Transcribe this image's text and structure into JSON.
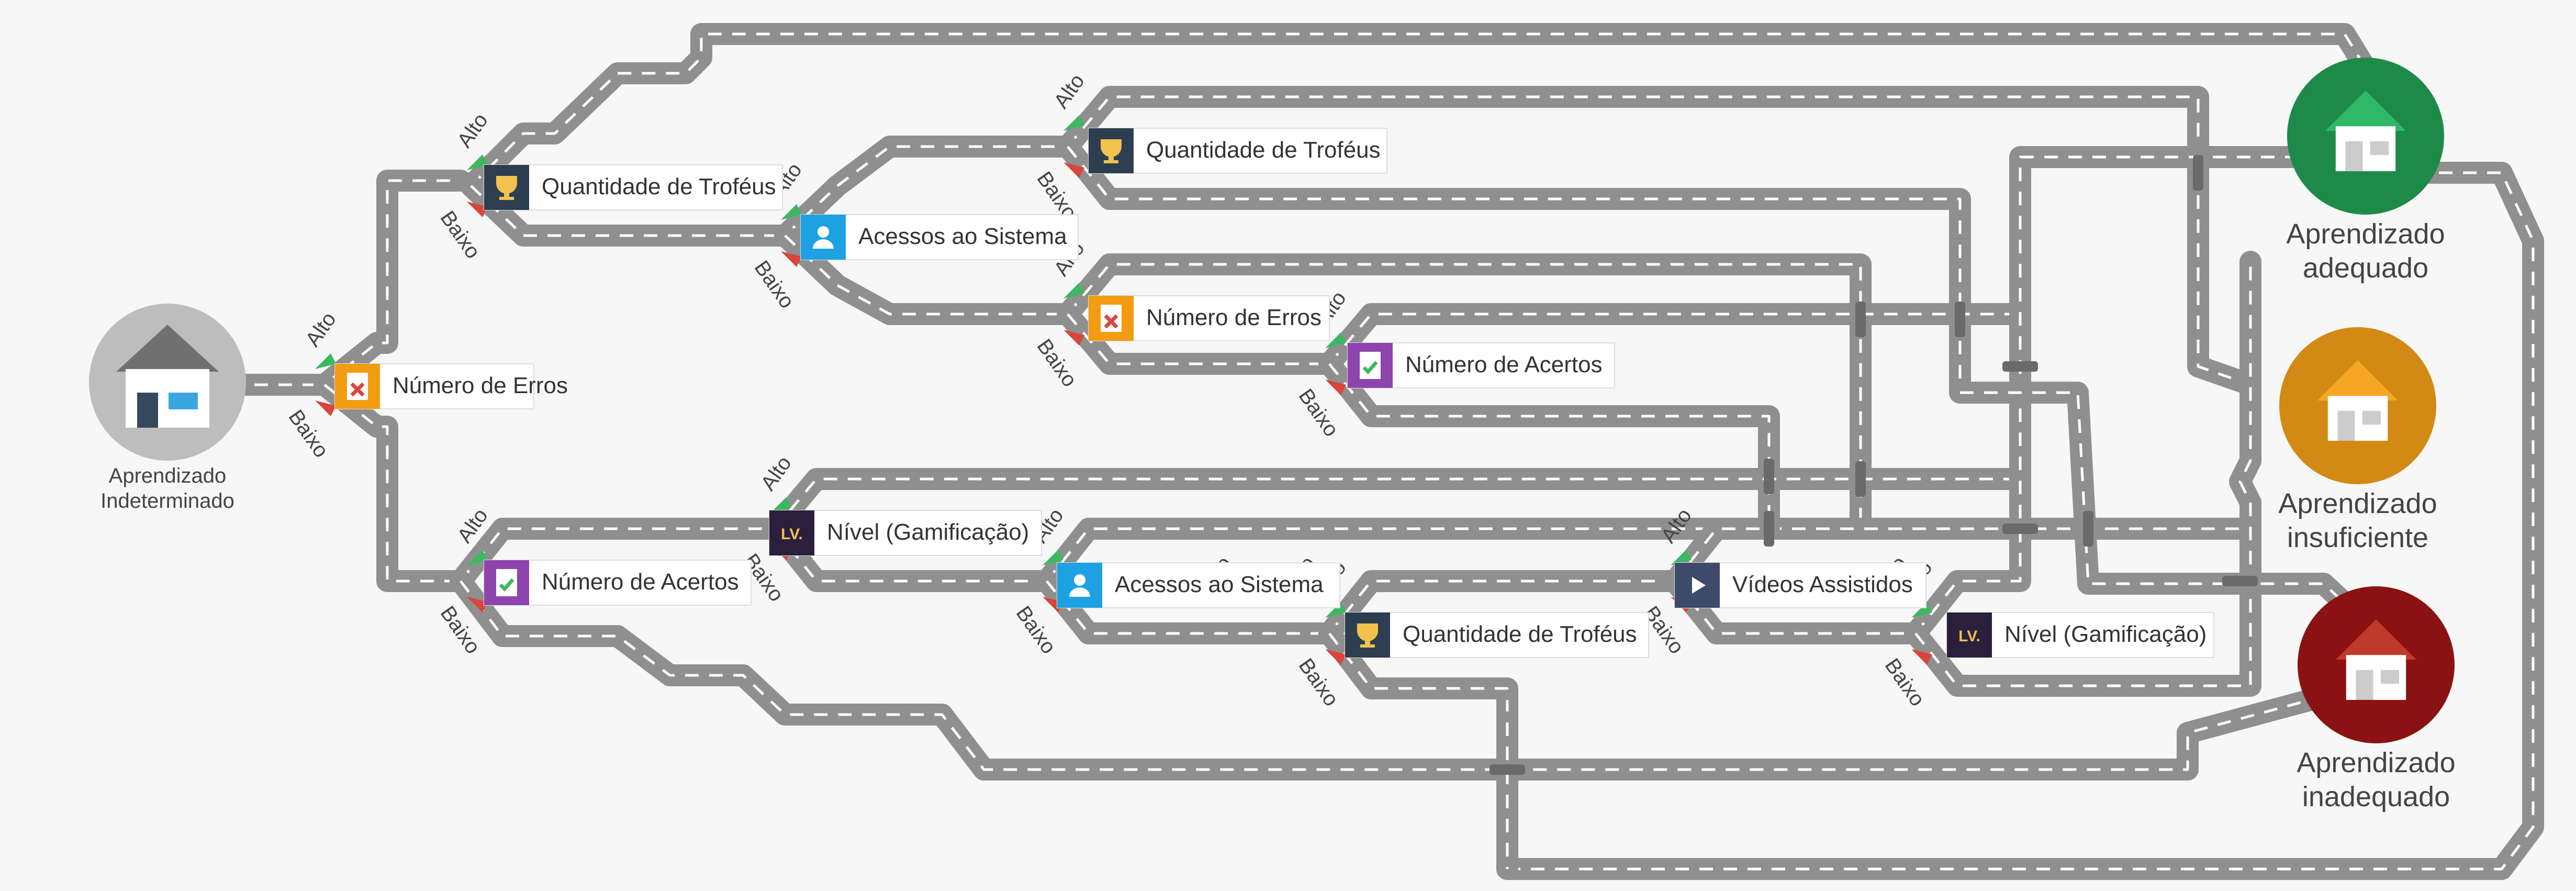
{
  "colors": {
    "road": "#8f8f8f",
    "dash": "#ffffff",
    "bridge": "#6a6a6a",
    "start": "#bdbdbd",
    "adequate": "#1e8a49",
    "insufficient": "#d28a14",
    "inadequate": "#8b1212",
    "high": "#3cb861",
    "low": "#d9453b"
  },
  "start": {
    "icon": "house-icon",
    "label_line1": "Aprendizado",
    "label_line2": "Indeterminado"
  },
  "outcomes": [
    {
      "id": "adequate",
      "icon": "house-icon",
      "line1": "Aprendizado",
      "line2": "adequado"
    },
    {
      "id": "insufficient",
      "icon": "house-icon",
      "line1": "Aprendizado",
      "line2": "insuficiente"
    },
    {
      "id": "inadequate",
      "icon": "house-icon",
      "line1": "Aprendizado",
      "line2": "inadequado"
    }
  ],
  "branch_labels": {
    "high": "Alto",
    "low": "Baixo"
  },
  "overlap_fragment": "lto",
  "nodes": [
    {
      "id": "n1",
      "label": "Número de Erros",
      "icon": "error-document-icon",
      "icon_color": "#f39c12"
    },
    {
      "id": "n2",
      "label": "Quantidade de Troféus",
      "icon": "trophy-icon",
      "icon_color": "#2c3e50"
    },
    {
      "id": "n3",
      "label": "Número de Acertos",
      "icon": "check-document-icon",
      "icon_color": "#8e44ad"
    },
    {
      "id": "n4",
      "label": "Acessos ao Sistema",
      "icon": "user-icon",
      "icon_color": "#1da1e2"
    },
    {
      "id": "n5",
      "label": "Nível (Gamificação)",
      "icon": "level-badge-icon",
      "icon_color": "#2a1f3d"
    },
    {
      "id": "n6",
      "label": "Quantidade de Troféus",
      "icon": "trophy-icon",
      "icon_color": "#2c3e50"
    },
    {
      "id": "n7",
      "label": "Número de Erros",
      "icon": "error-document-icon",
      "icon_color": "#f39c12"
    },
    {
      "id": "n8",
      "label": "Acessos ao Sistema",
      "icon": "user-icon",
      "icon_color": "#1da1e2"
    },
    {
      "id": "n9",
      "label": "Número de Acertos",
      "icon": "check-document-icon",
      "icon_color": "#8e44ad"
    },
    {
      "id": "n10",
      "label": "Quantidade de Troféus",
      "icon": "trophy-icon",
      "icon_color": "#2c3e50"
    },
    {
      "id": "n11",
      "label": "Vídeos Assistidos",
      "icon": "play-video-icon",
      "icon_color": "#3f4a6b"
    },
    {
      "id": "n12",
      "label": "Nível (Gamificação)",
      "icon": "level-badge-icon",
      "icon_color": "#2a1f3d"
    }
  ],
  "level_badge_text": "LV."
}
